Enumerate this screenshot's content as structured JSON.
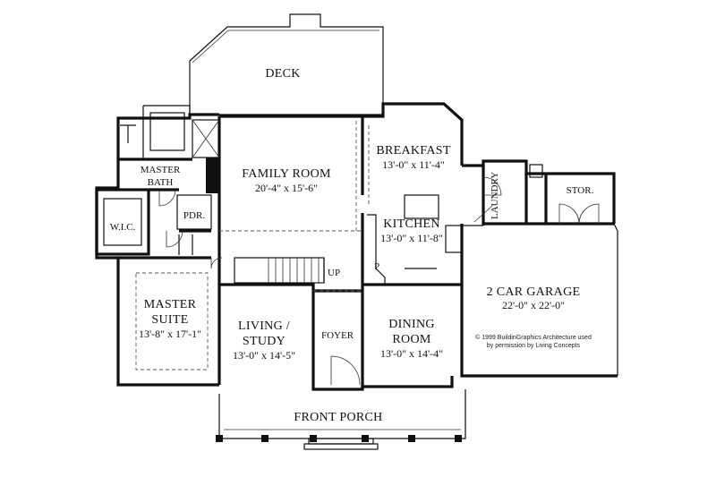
{
  "plan": {
    "rooms": {
      "deck": "DECK",
      "family_room": "FAMILY ROOM",
      "family_room_dim": "20'-4\" x 15'-6\"",
      "breakfast": "BREAKFAST",
      "breakfast_dim": "13'-0\" x 11'-4\"",
      "master_bath_1": "MASTER",
      "master_bath_2": "BATH",
      "wic": "W.I.C.",
      "pdr": "PDR.",
      "kitchen": "KITCHEN",
      "kitchen_dim": "13'-0\" x 11'-8\"",
      "laundry": "LAUNDRY",
      "stor": "STOR.",
      "master_suite_1": "MASTER",
      "master_suite_2": "SUITE",
      "master_suite_dim": "13'-8\" x 17'-1\"",
      "living_1": "LIVING /",
      "living_2": "STUDY",
      "living_dim": "13'-0\" x 14'-5\"",
      "foyer": "FOYER",
      "dining_1": "DINING",
      "dining_2": "ROOM",
      "dining_dim": "13'-0\" x 14'-4\"",
      "garage": "2 CAR GARAGE",
      "garage_dim": "22'-0\" x 22'-0\"",
      "front_porch": "FRONT PORCH",
      "up": "UP",
      "pantry": "P"
    },
    "credit_1": "© 1999 BuildinGraphics Architecture used",
    "credit_2": "by permission by Living Concepts"
  }
}
